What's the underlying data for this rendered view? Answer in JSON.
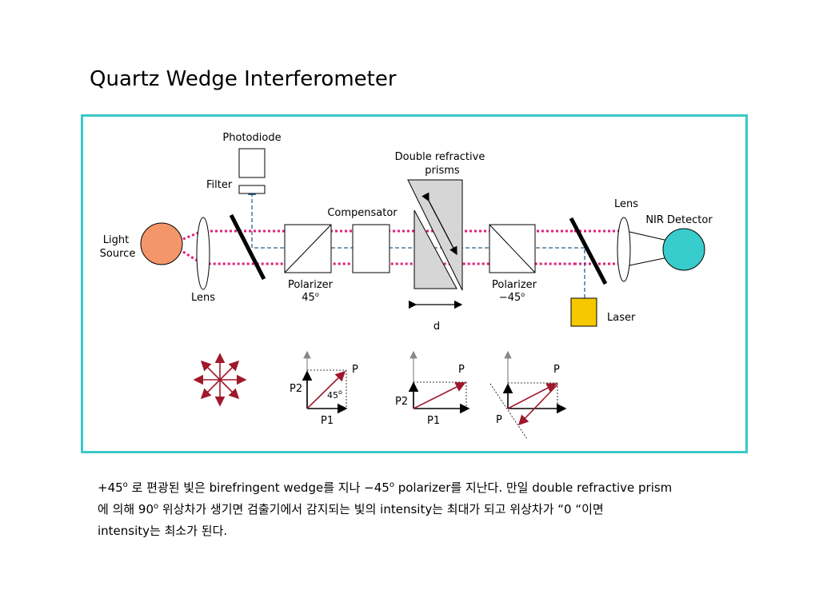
{
  "title": "Quartz Wedge Interferometer",
  "diagram": {
    "labels": {
      "photodiode": "Photodiode",
      "filter": "Filter",
      "light_source_1": "Light",
      "light_source_2": "Source",
      "lens_left": "Lens",
      "compensator": "Compensator",
      "prisms_1": "Double refractive",
      "prisms_2": "prisms",
      "polarizer_left_1": "Polarizer",
      "polarizer_left_2": "45",
      "polarizer_right_1": "Polarizer",
      "polarizer_right_2": "−45",
      "degree_sup": "o",
      "lens_right": "Lens",
      "nir_detector": "NIR Detector",
      "laser": "Laser",
      "d": "d"
    },
    "vectors": {
      "p": "P",
      "p1": "P1",
      "p2": "P2",
      "angle": "45"
    },
    "colors": {
      "frame": "#3cc8c8",
      "light_source": "#f4956a",
      "nir_detector": "#38cccc",
      "laser": "#f5c800",
      "beam": "#e0207a",
      "laser_beam": "#2e6088",
      "vector": "#a0182b",
      "prism_fill": "#d6d6d6"
    }
  },
  "caption": {
    "line1_a": "+45",
    "line1_sup": "o",
    "line1_b": " 로 편광된 빛은 birefringent wedge를 지나 −45",
    "line1_sup2": "o",
    "line1_c": " polarizer를 지난다.  만일 double refractive prism",
    "line2_a": "에 의해 90",
    "line2_sup": "o",
    "line2_b": " 위상차가 생기면 검출기에서 감지되는 빛의 intensity는 최대가 되고 위상차가 “0 “이면",
    "line3": "intensity는 최소가 된다."
  }
}
